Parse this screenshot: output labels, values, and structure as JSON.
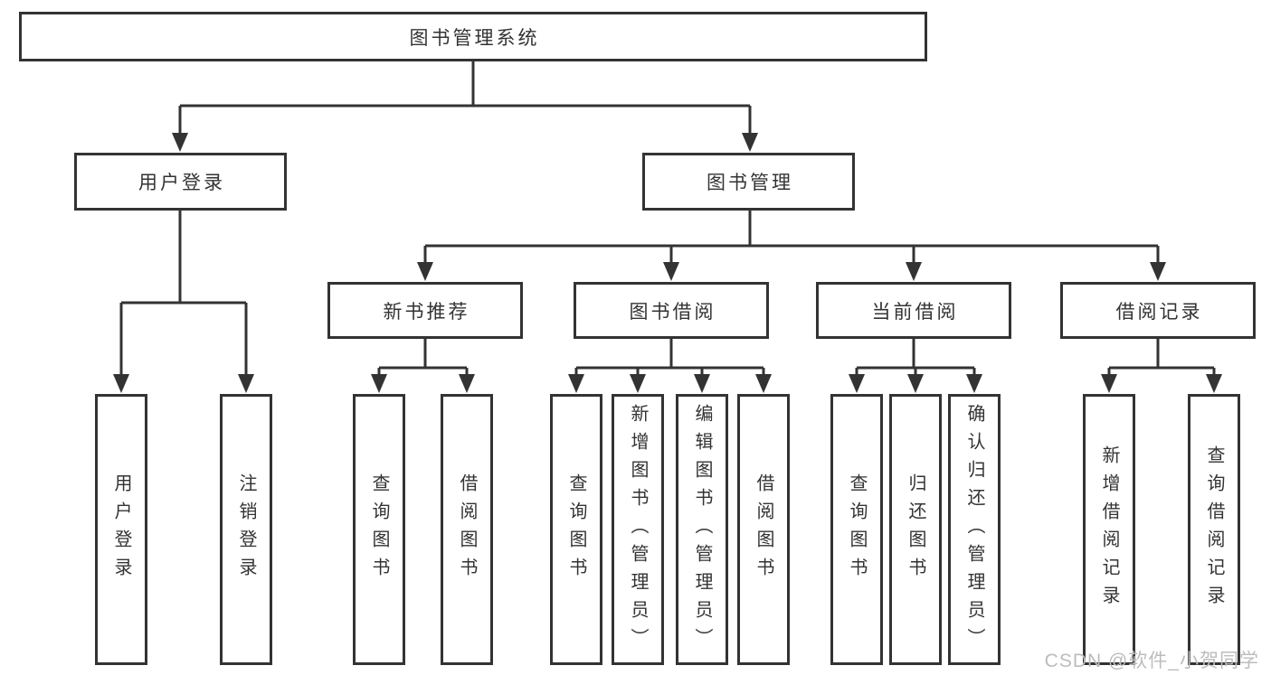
{
  "tree": {
    "root": "图书管理系统",
    "branches": [
      {
        "label": "用户登录",
        "leaves": [
          "用户登录",
          "注销登录"
        ]
      },
      {
        "label": "图书管理",
        "groups": [
          {
            "label": "新书推荐",
            "leaves": [
              "查询图书",
              "借阅图书"
            ]
          },
          {
            "label": "图书借阅",
            "leaves": [
              "查询图书",
              "新增图书（管理员）",
              "编辑图书（管理员）",
              "借阅图书"
            ]
          },
          {
            "label": "当前借阅",
            "leaves": [
              "查询图书",
              "归还图书",
              "确认归还（管理员）"
            ]
          },
          {
            "label": "借阅记录",
            "leaves": [
              "新增借阅记录",
              "查询借阅记录"
            ]
          }
        ]
      }
    ]
  },
  "watermark": {
    "text": "CSDN @软件_小贺同学"
  },
  "colors": {
    "line": "#333333",
    "node_border": "#333333",
    "node_text": "#333333",
    "background": "#ffffff",
    "watermark": "#bcbcbc"
  }
}
